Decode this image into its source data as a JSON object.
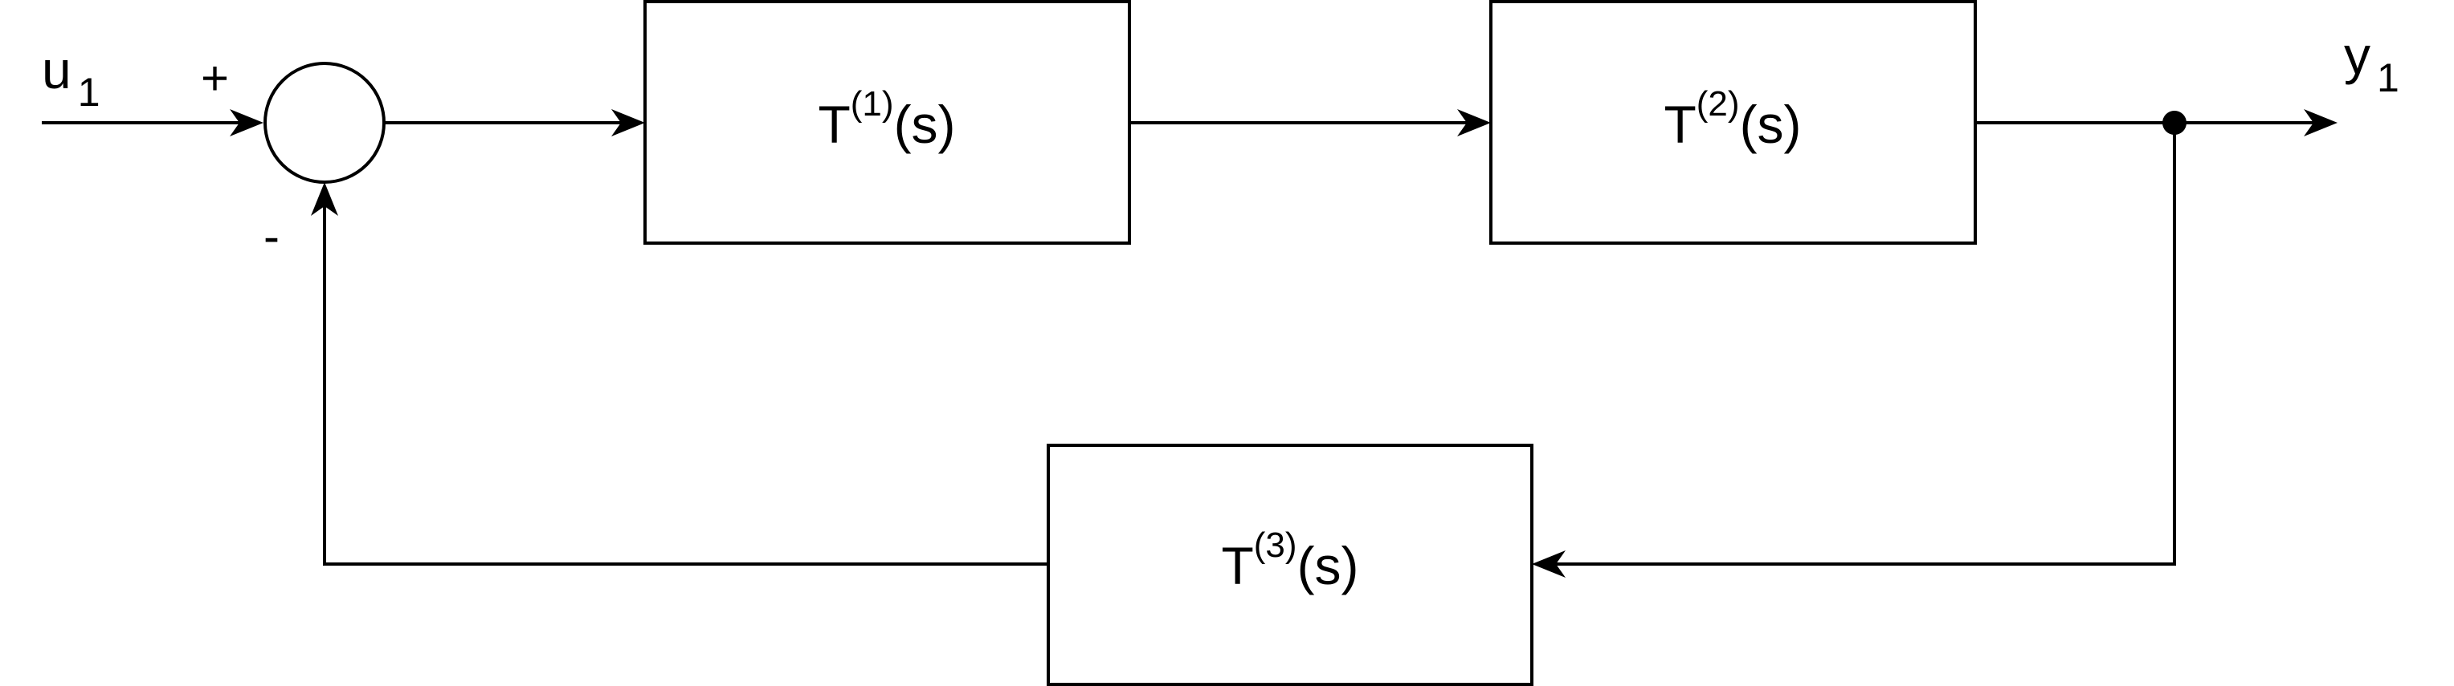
{
  "diagram": {
    "input": {
      "name": "u",
      "sub": "1"
    },
    "output": {
      "name": "y",
      "sub": "1"
    },
    "summing_junction": {
      "plus_sign": "+",
      "minus_sign": "-"
    },
    "blocks": [
      {
        "pre": "T",
        "sup": "(1)",
        "post": "(s)"
      },
      {
        "pre": "T",
        "sup": "(2)",
        "post": "(s)"
      },
      {
        "pre": "T",
        "sup": "(3)",
        "post": "(s)"
      }
    ]
  }
}
